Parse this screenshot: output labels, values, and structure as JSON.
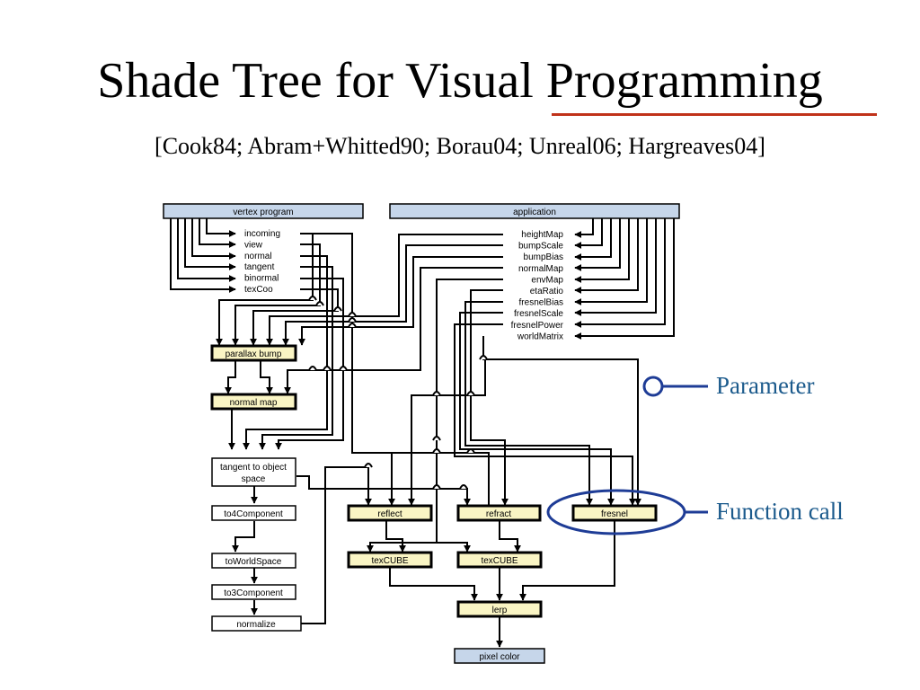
{
  "title": "Shade Tree for Visual Programming",
  "subtitle": "[Cook84; Abram+Whitted90; Borau04; Unreal06; Hargreaves04]",
  "diagram": {
    "vertex_program_label": "vertex program",
    "application_label": "application",
    "vertex_inputs": [
      "incoming",
      "view",
      "normal",
      "tangent",
      "binormal",
      "texCoo"
    ],
    "app_params": [
      "heightMap",
      "bumpScale",
      "bumpBias",
      "normalMap",
      "envMap",
      "etaRatio",
      "fresnelBias",
      "fresnelScale",
      "fresnelPower",
      "worldMatrix"
    ],
    "nodes": {
      "parallax_bump": "parallax bump",
      "normal_map": "normal map",
      "tangent_to_object_line1": "tangent to object",
      "tangent_to_object_line2": "space",
      "to4component": "to4Component",
      "toworldspace": "toWorldSpace",
      "to3component": "to3Component",
      "normalize": "normalize",
      "reflect": "reflect",
      "refract": "refract",
      "fresnel": "fresnel",
      "texcube_1": "texCUBE",
      "texcube_2": "texCUBE",
      "lerp": "lerp",
      "pixel_color": "pixel color"
    },
    "callouts": {
      "parameter": "Parameter",
      "function_call": "Function call"
    }
  },
  "colors": {
    "header_fill": "#c6d6ea",
    "function_fill": "#faf5c4",
    "callout": "#1b5a8c",
    "callout_ring": "#1e3c96",
    "underline": "#c0321a"
  }
}
